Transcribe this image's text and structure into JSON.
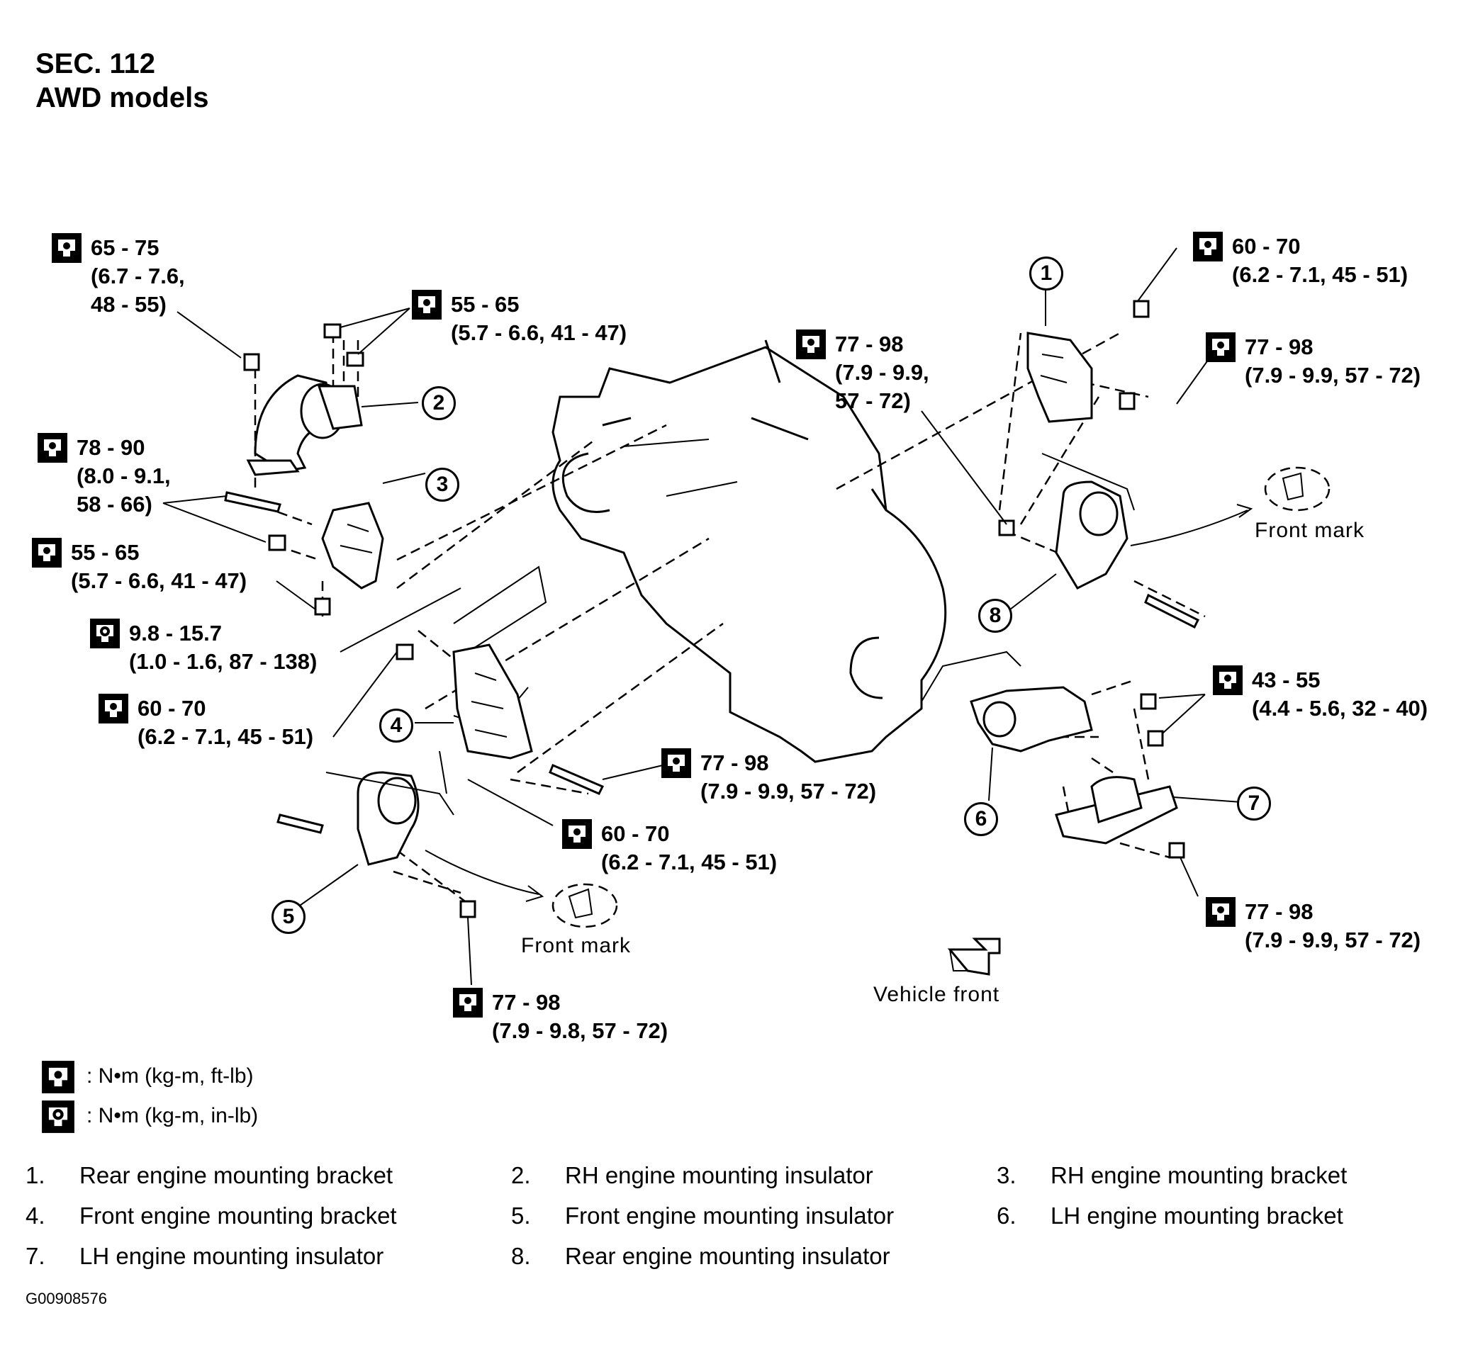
{
  "header": {
    "section": "SEC. 112",
    "models": "AWD models"
  },
  "torque_specs": [
    {
      "id": "t1",
      "icon": "torque-wrench-ft-lb-icon",
      "line1": "65 - 75",
      "line2": "(6.7 - 7.6,",
      "line3": "48 - 55)"
    },
    {
      "id": "t2",
      "icon": "torque-wrench-ft-lb-icon",
      "line1": "55 - 65",
      "line2": "(5.7 - 6.6, 41 - 47)"
    },
    {
      "id": "t3",
      "icon": "torque-wrench-ft-lb-icon",
      "line1": "78 - 90",
      "line2": "(8.0 - 9.1,",
      "line3": "58 - 66)"
    },
    {
      "id": "t4",
      "icon": "torque-wrench-ft-lb-icon",
      "line1": "55 - 65",
      "line2": "(5.7 - 6.6, 41 - 47)"
    },
    {
      "id": "t5",
      "icon": "torque-wrench-in-lb-icon",
      "line1": "9.8 - 15.7",
      "line2": "(1.0 - 1.6, 87 - 138)"
    },
    {
      "id": "t6",
      "icon": "torque-wrench-ft-lb-icon",
      "line1": "60 - 70",
      "line2": "(6.2 - 7.1, 45 - 51)"
    },
    {
      "id": "t7",
      "icon": "torque-wrench-ft-lb-icon",
      "line1": "77 - 98",
      "line2": "(7.9 - 9.9, 57 - 72)"
    },
    {
      "id": "t8",
      "icon": "torque-wrench-ft-lb-icon",
      "line1": "60 - 70",
      "line2": "(6.2 - 7.1, 45 - 51)"
    },
    {
      "id": "t9",
      "icon": "torque-wrench-ft-lb-icon",
      "line1": "77 - 98",
      "line2": "(7.9 - 9.8, 57 - 72)"
    },
    {
      "id": "t10",
      "icon": "torque-wrench-ft-lb-icon",
      "line1": "77 - 98",
      "line2": "(7.9 - 9.9,",
      "line3": "57 - 72)"
    },
    {
      "id": "t11",
      "icon": "torque-wrench-ft-lb-icon",
      "line1": "60 - 70",
      "line2": "(6.2 - 7.1, 45 - 51)"
    },
    {
      "id": "t12",
      "icon": "torque-wrench-ft-lb-icon",
      "line1": "77 - 98",
      "line2": "(7.9 - 9.9, 57 - 72)"
    },
    {
      "id": "t13",
      "icon": "torque-wrench-ft-lb-icon",
      "line1": "43 - 55",
      "line2": "(4.4 - 5.6, 32 - 40)"
    },
    {
      "id": "t14",
      "icon": "torque-wrench-ft-lb-icon",
      "line1": "77 - 98",
      "line2": "(7.9 - 9.9, 57 - 72)"
    }
  ],
  "callouts": [
    "1",
    "2",
    "3",
    "4",
    "5",
    "6",
    "7",
    "8"
  ],
  "tags": {
    "front_mark_left": "Front mark",
    "front_mark_right": "Front mark",
    "vehicle_front": "Vehicle front"
  },
  "legend": [
    {
      "icon": "torque-wrench-ft-lb-icon",
      "text": ": N•m (kg-m, ft-lb)"
    },
    {
      "icon": "torque-wrench-in-lb-icon",
      "text": ": N•m (kg-m, in-lb)"
    }
  ],
  "parts": [
    {
      "num": "1.",
      "name": "Rear engine mounting bracket"
    },
    {
      "num": "2.",
      "name": "RH engine mounting insulator"
    },
    {
      "num": "3.",
      "name": "RH engine mounting bracket"
    },
    {
      "num": "4.",
      "name": "Front engine mounting bracket"
    },
    {
      "num": "5.",
      "name": "Front engine mounting insulator"
    },
    {
      "num": "6.",
      "name": "LH engine mounting bracket"
    },
    {
      "num": "7.",
      "name": "LH engine mounting insulator"
    },
    {
      "num": "8.",
      "name": "Rear engine mounting insulator"
    }
  ],
  "figure_id": "G00908576"
}
